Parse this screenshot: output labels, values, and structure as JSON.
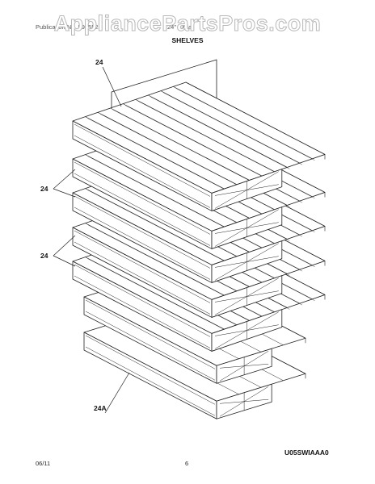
{
  "watermark": "AppliancePartsPros.com",
  "header": {
    "left": "Publication No. 5995521",
    "right": "24\" Cellar"
  },
  "title": "SHELVES",
  "callouts": {
    "top": "24",
    "middle_1": "24",
    "middle_2": "24",
    "bottom": "24A"
  },
  "diagram_code": "U05SWIAAA0",
  "footer": {
    "date": "06/11",
    "page": "6"
  }
}
